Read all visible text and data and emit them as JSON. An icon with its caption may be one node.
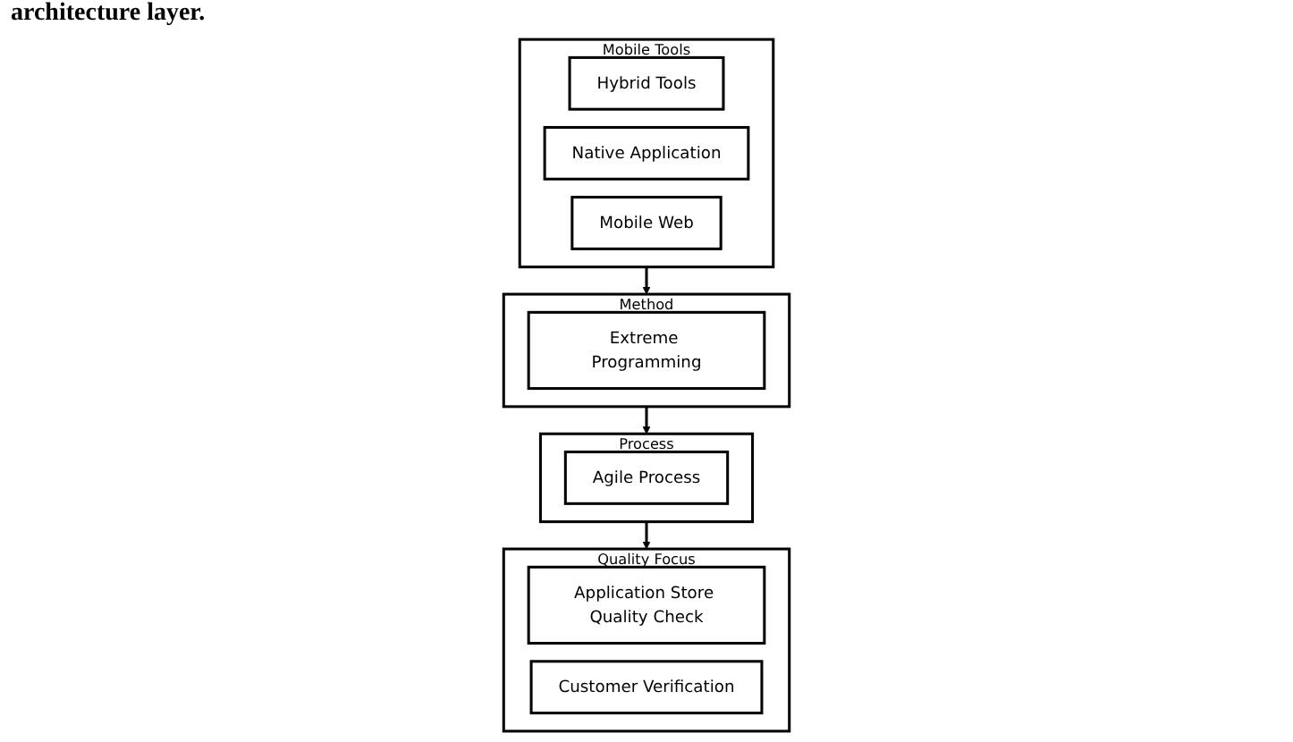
{
  "diagram": {
    "nodes": [
      {
        "text": [
          "Mobile Tools"
        ]
      },
      {
        "text": [
          "Hybrid Tools"
        ],
        "in": 0
      },
      {
        "text": [
          "Native Application"
        ],
        "in": 0
      },
      {
        "text": [
          "Mobile Web"
        ],
        "in": 0
      },
      {
        "text": [
          "Method"
        ]
      },
      {
        "text": [
          "Extreme Programming"
        ],
        "in": 4
      },
      {
        "text": [
          "Process"
        ]
      },
      {
        "text": [
          "Agile Process"
        ],
        "in": 6
      },
      {
        "text": [
          "Quality Focus"
        ]
      },
      {
        "text": [
          "Application Store Quality Check"
        ],
        "in": 8
      },
      {
        "text": [
          "Customer Verification"
        ],
        "in": 8
      }
    ],
    "edges": [
      {
        "from": 0,
        "to": 4,
        "arrow": "to"
      },
      {
        "from": 4,
        "to": 6,
        "arrow": "to"
      },
      {
        "from": 6,
        "to": 8,
        "arrow": "to"
      }
    ],
    "labels": [
      "architecture layer."
    ]
  }
}
